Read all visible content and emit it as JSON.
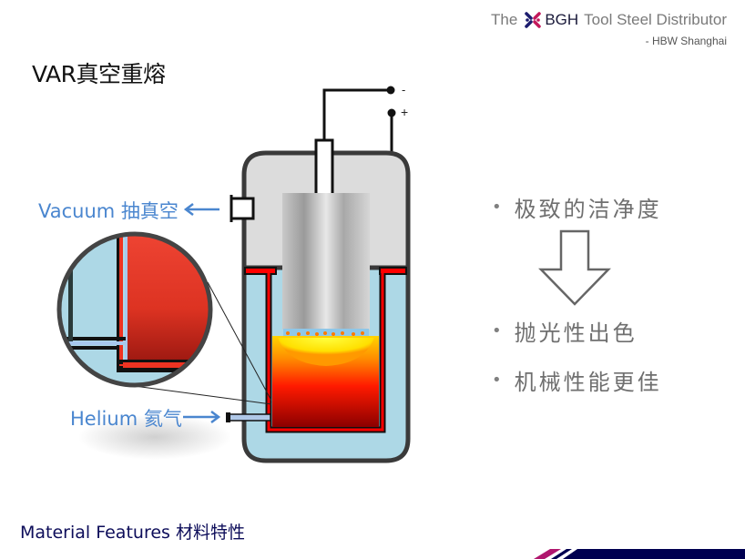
{
  "header": {
    "prefix": "The",
    "brand": "BGH",
    "suffix": "Tool Steel Distributor",
    "subtitle": "- HBW Shanghai",
    "logo_colors": {
      "navy": "#1c1c6e",
      "magenta": "#c2185b"
    }
  },
  "slide": {
    "title": "VAR真空重熔",
    "footer_title": "Material Features 材料特性"
  },
  "diagram": {
    "electrode_terminals": {
      "negative": "-",
      "positive": "+"
    },
    "labels": {
      "vacuum": "Vacuum 抽真空",
      "helium": "Helium 氦气"
    },
    "icons": {
      "vacuum_arrow": "arrow-left",
      "helium_arrow": "arrow-right"
    },
    "colors": {
      "label_blue": "#4a86cf",
      "chamber_gray": "#dcdcdc",
      "coolant_blue": "#add8e6",
      "crucible_red": "#ff0000",
      "outline": "#333333"
    }
  },
  "features": {
    "bullets": [
      {
        "text": "极致的洁净度"
      },
      {
        "text": "抛光性出色"
      },
      {
        "text": "机械性能更佳"
      }
    ],
    "arrow_icon": "down-arrow"
  },
  "footer_bar": {
    "navy": "#000050",
    "magenta": "#b0176e"
  }
}
